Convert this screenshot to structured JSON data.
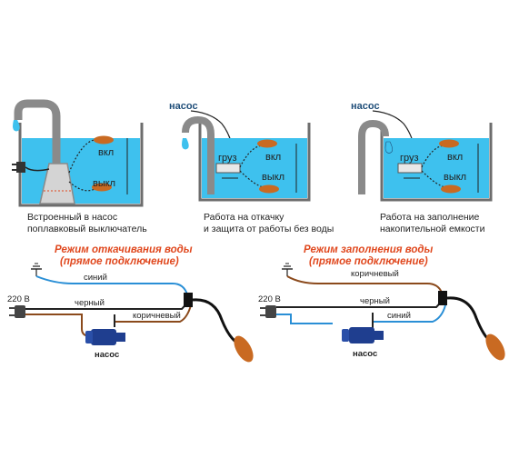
{
  "colors": {
    "water": "#3ec1ee",
    "tank_edge": "#6d6d6d",
    "pipe": "#8a8a8a",
    "float": "#c96a22",
    "title_red": "#e0481e",
    "wire_blue": "#2a8fd6",
    "wire_brown": "#8b4a1c",
    "wire_black": "#222222",
    "pump": "#1f3e8f"
  },
  "panels": [
    {
      "top_label": "",
      "on_label": "вкл",
      "off_label": "выкл",
      "weight_label": "",
      "caption_line1": "Встроенный в насос",
      "caption_line2": "поплавковый выключатель"
    },
    {
      "top_label": "насос",
      "on_label": "вкл",
      "off_label": "выкл",
      "weight_label": "груз",
      "caption_line1": "Работа на откачку",
      "caption_line2": "и защита от работы без воды"
    },
    {
      "top_label": "насос",
      "on_label": "вкл",
      "off_label": "выкл",
      "weight_label": "груз",
      "caption_line1": "Работа на заполнение",
      "caption_line2": "накопительной емкости"
    }
  ],
  "schemes": [
    {
      "title_line1": "Режим откачивания воды",
      "title_line2": "(прямое подключение)",
      "voltage": "220 В",
      "wire_top": "синий",
      "wire_mid": "черный",
      "wire_bottom": "коричневый",
      "pump": "насос"
    },
    {
      "title_line1": "Режим заполнения воды",
      "title_line2": "(прямое подключение)",
      "voltage": "220 В",
      "wire_top": "коричневый",
      "wire_mid": "черный",
      "wire_bottom": "синий",
      "pump": "насос"
    }
  ]
}
